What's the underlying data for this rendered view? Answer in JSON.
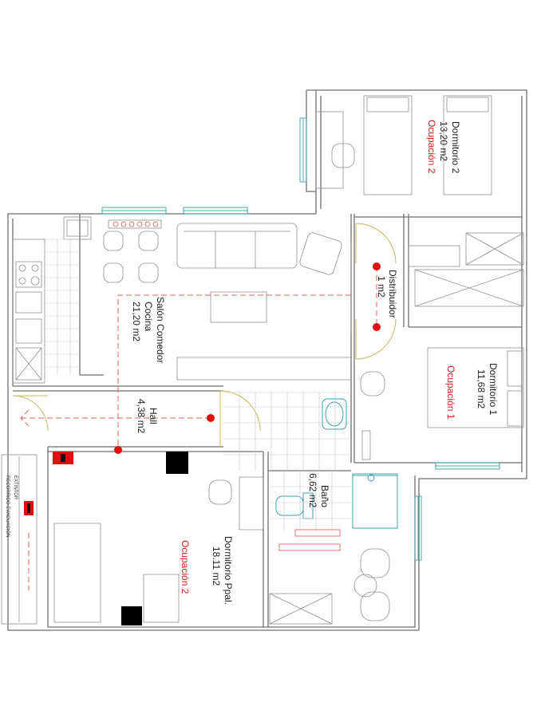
{
  "rooms": {
    "dormitorio2": {
      "name": "Dormitorio 2",
      "area": "13,20 m2",
      "occupancy": "Ocupación 2"
    },
    "dormitorio1": {
      "name": "Dormitorio 1",
      "area": "11,68 m2",
      "occupancy": "Ocupación 1"
    },
    "distribuidor": {
      "name": "Distribuidor",
      "area": "1 m2"
    },
    "salon": {
      "name": "Salón Comedor",
      "name2": "Cocina",
      "area": "21,20 m2"
    },
    "hall": {
      "name": "Hall",
      "area": "4,38 m2"
    },
    "bano": {
      "name": "Baño",
      "area": "6,62 m2"
    },
    "dormitorio_ppal": {
      "name": "Dormitorio Ppal.",
      "area": "18.11 m2",
      "occupancy": "Ocupación 2"
    }
  },
  "legend": {
    "extintor": "EXTINTOR",
    "recorrido": "RECORRIDO EVACUACIÓN"
  },
  "colors": {
    "evacuation_route": "#e06060",
    "evacuation_point": "#e01010",
    "occupancy_text": "#d81b1b",
    "extinguisher": "#e01010",
    "window": "#4aa7b8",
    "door": "#c6b85a"
  }
}
